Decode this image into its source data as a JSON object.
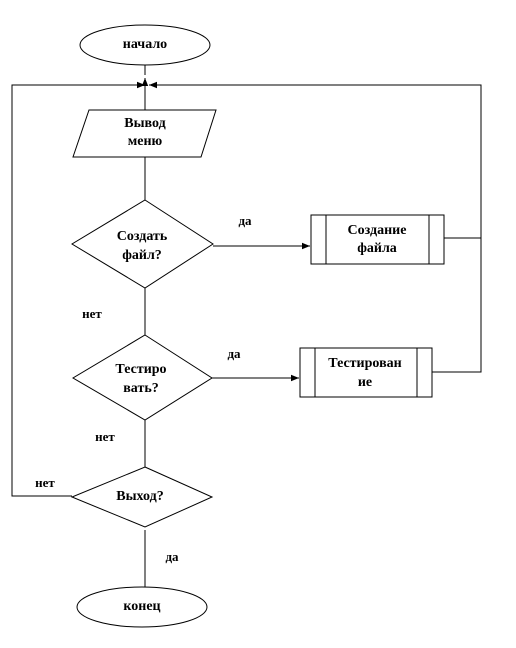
{
  "nodes": {
    "start": "начало",
    "menu": [
      "Вывод",
      "меню"
    ],
    "create_decision": [
      "Создать",
      "файл?"
    ],
    "create_process": [
      "Создание",
      "файла"
    ],
    "test_decision": [
      "Тестиро",
      "вать?"
    ],
    "test_process": [
      "Тестирован",
      "ие"
    ],
    "exit_decision": "Выход?",
    "end": "конец"
  },
  "edges": {
    "create_yes": "да",
    "create_no": "нет",
    "test_yes": "да",
    "test_no": "нет",
    "exit_no": "нет",
    "exit_yes": "да"
  }
}
